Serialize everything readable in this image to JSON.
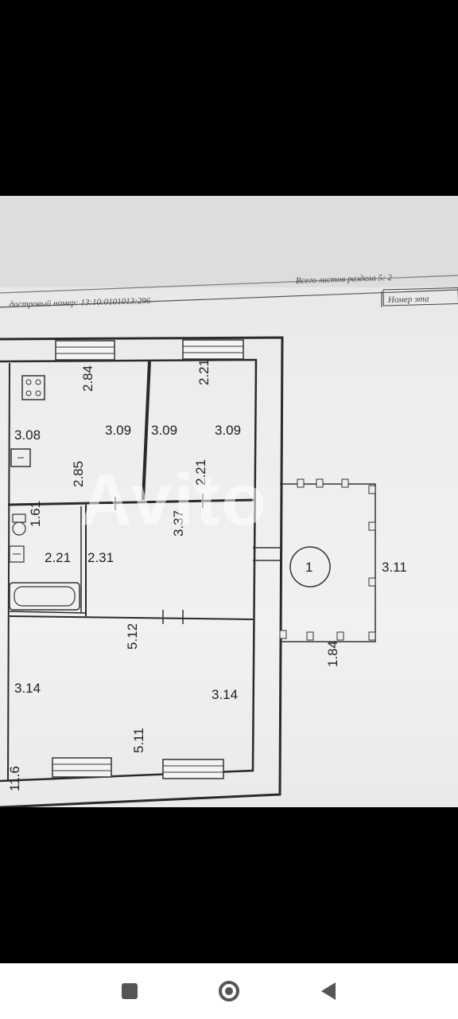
{
  "header": {
    "cadastral": "…дастровый номер: 13:10:0101013:296",
    "top_right": "Всего листов раздела 5: 2",
    "floor_box": "Номер эта"
  },
  "plan": {
    "labels": {
      "kitchen_top": "2.84",
      "right_room_top": "2.21",
      "kitchen_left": "3.08",
      "kitchen_right": "3.09",
      "room_left": "3.09",
      "room_right": "3.09",
      "kitchen_bottom": "2.85",
      "room_bottom": "2.21",
      "wc": "1.61",
      "bath_width": "2.21",
      "corridor_left": "2.31",
      "corridor_center": "3.37",
      "big_room_top": "5.12",
      "big_room_left": "3.14",
      "big_room_right": "3.14",
      "big_room_bottom": "5.11",
      "outer_left": "11.6",
      "porch_right": "3.11",
      "porch_bottom": "1.84",
      "porch_number": "1"
    }
  },
  "watermark": "Avito",
  "navbar": {
    "recents": "recents-square-icon",
    "home": "home-circle-icon",
    "back": "back-triangle-icon"
  }
}
